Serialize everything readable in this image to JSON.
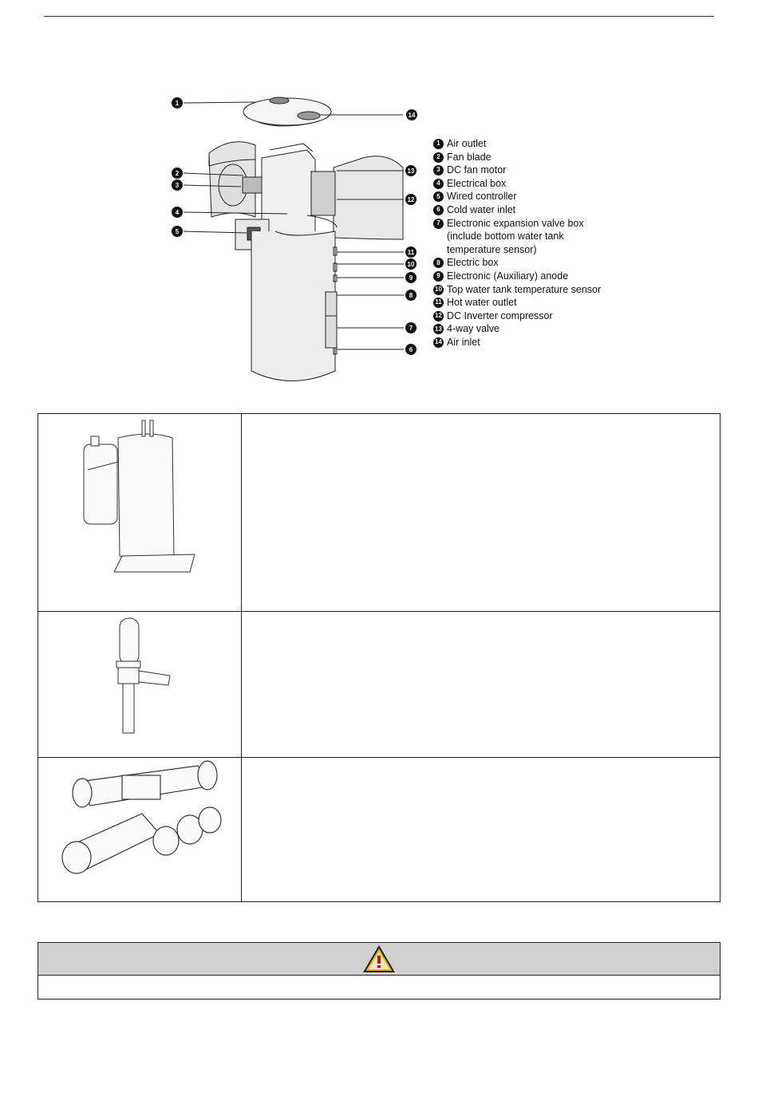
{
  "legend": {
    "items": [
      {
        "num": "1",
        "label": "Air outlet"
      },
      {
        "num": "2",
        "label": "Fan blade"
      },
      {
        "num": "3",
        "label": "DC fan motor"
      },
      {
        "num": "4",
        "label": "Electrical box"
      },
      {
        "num": "5",
        "label": "Wired controller"
      },
      {
        "num": "6",
        "label": "Cold water inlet"
      },
      {
        "num": "7",
        "label": "Electronic expansion valve box",
        "cont": [
          "(include bottom water tank",
          "temperature sensor)"
        ]
      },
      {
        "num": "8",
        "label": "Electric box"
      },
      {
        "num": "9",
        "label": "Electronic (Auxiliary) anode"
      },
      {
        "num": "10",
        "label": "Top water tank temperature sensor"
      },
      {
        "num": "11",
        "label": "Hot water outlet"
      },
      {
        "num": "12",
        "label": "DC Inverter compressor"
      },
      {
        "num": "13",
        "label": "4-way valve"
      },
      {
        "num": "14",
        "label": "Air inlet"
      }
    ]
  },
  "callouts": {
    "c1": "1",
    "c2": "2",
    "c3": "3",
    "c4": "4",
    "c5": "5",
    "c6": "6",
    "c7": "7",
    "c8": "8",
    "c9": "9",
    "c10": "10",
    "c11": "11",
    "c12": "12",
    "c13": "13",
    "c14": "14"
  },
  "icons": {
    "warning": "warning-triangle-icon",
    "colors": {
      "warning_fill": "#d9a400",
      "warning_mark": "#c0161b",
      "bar": "#d0d0d0"
    }
  }
}
